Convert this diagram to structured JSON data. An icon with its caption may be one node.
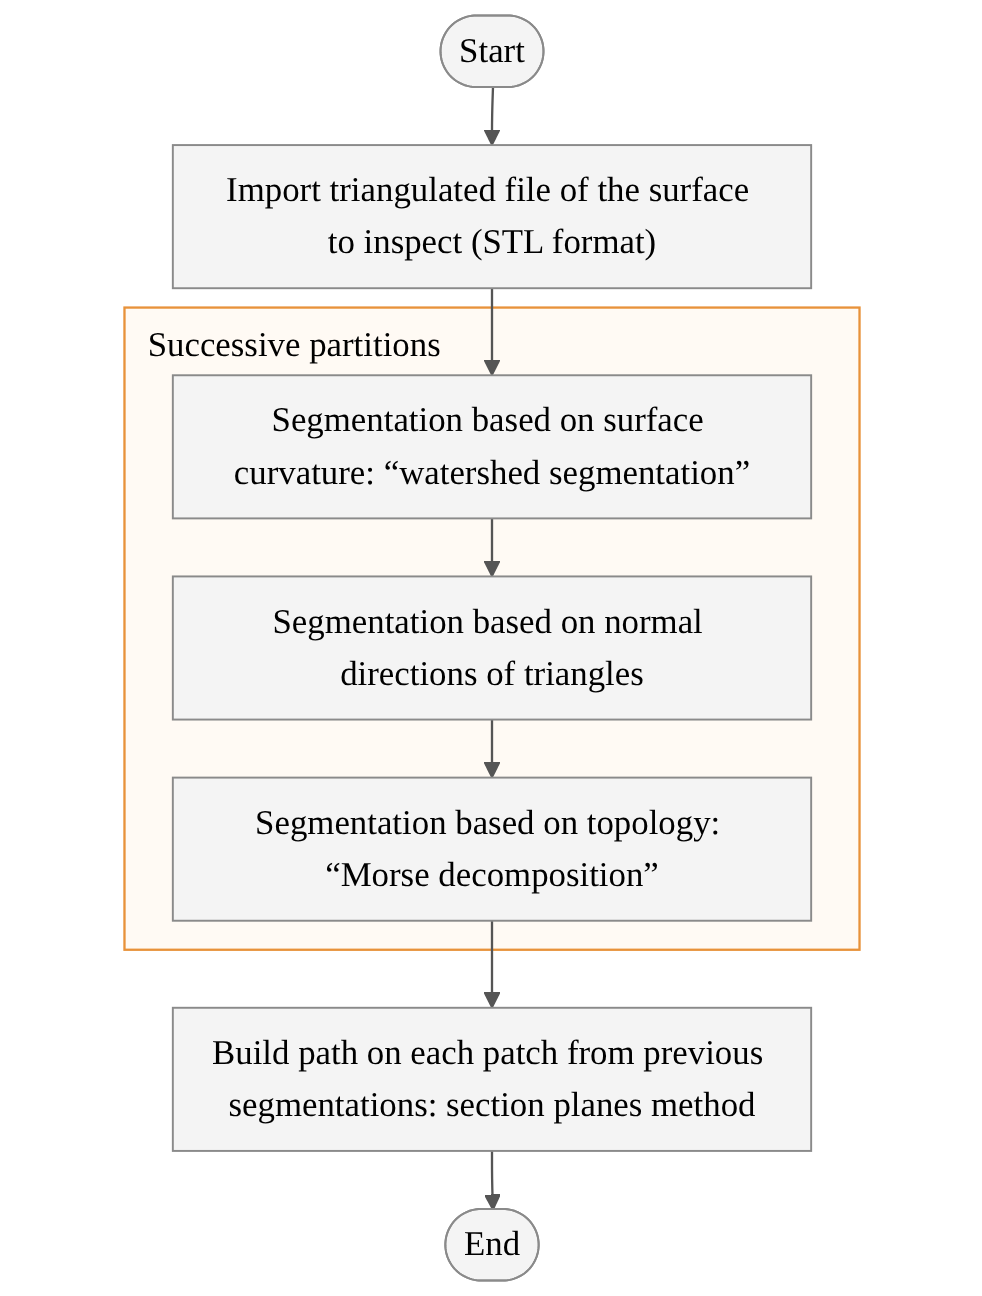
{
  "diagram": {
    "nodes": [
      {
        "text": [
          "Start"
        ]
      },
      {
        "text": [
          "Import triangulated file of the surface to inspect (STL format)"
        ]
      },
      {
        "text": [
          "Successive partitions"
        ]
      },
      {
        "text": [
          "Segmentation based on surface curvature: “watershed segmentation”"
        ],
        "in": 2
      },
      {
        "text": [
          "Segmentation based on normal directions of triangles"
        ],
        "in": 2
      },
      {
        "text": [
          "Segmentation based on topology: “Morse decomposition”"
        ],
        "in": 2
      },
      {
        "text": [
          "Build path on each patch from previous segmentations: section planes method"
        ]
      },
      {
        "text": [
          "End"
        ]
      }
    ],
    "edges": [
      {
        "from": 0,
        "to": 1,
        "arrow": "to"
      },
      {
        "from": 1,
        "to": 3,
        "arrow": "to"
      },
      {
        "from": 3,
        "to": 4,
        "arrow": "to"
      },
      {
        "from": 4,
        "to": 5,
        "arrow": "to"
      },
      {
        "from": 5,
        "to": 6,
        "arrow": "to"
      },
      {
        "from": 6,
        "to": 7,
        "arrow": "to"
      }
    ]
  }
}
